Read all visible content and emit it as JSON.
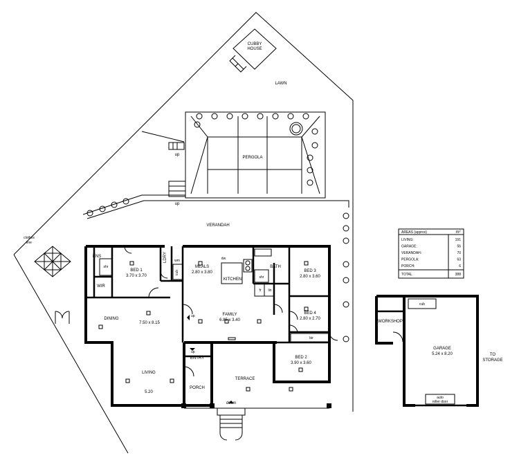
{
  "labels": {
    "cubby_house_1": "CUBBY",
    "cubby_house_2": "HOUSE",
    "lawn": "LAWN",
    "pergola": "PERGOLA",
    "up_1": "up",
    "up_2": "up",
    "up_3": "up",
    "up_4": "up",
    "verandah": "VERANDAH",
    "clothes_line_1": "clothes",
    "clothes_line_2": "line",
    "ens": "ENS",
    "shr_ens": "shr",
    "bed1": "BED 1",
    "bed1_dim": "3.70 x 3.70",
    "wir": "WIR",
    "ldry": "LDRY",
    "wm": "wm",
    "cub_ldry": "cub",
    "meals": "MEALS",
    "meals_dim": "2.80 x 3.80",
    "dw": "dw",
    "kitchen": "KITCHEN",
    "fr": "fr",
    "lin": "lin",
    "bath": "BATH",
    "shr_bath": "shr",
    "bed3": "BED 3",
    "bed3_dim": "2.80 x 3.60",
    "bed4": "BED 4",
    "bed4_dim": "2.80 x 2.70",
    "bir": "bir",
    "bed2": "BED 2",
    "bed2_dim": "3.90 x 3.60",
    "family": "FAMILY",
    "family_dim": "6.85 x 3.40",
    "dining": "DINING",
    "dining_dim": "7.50 x 8.15",
    "living": "LIVING",
    "living_dim": "5.20",
    "entry": "ENTRY",
    "porch": "PORCH",
    "terrace": "TERRACE",
    "down": "down",
    "workshop": "WORKSHOP",
    "cub_garage": "cub",
    "garage": "GARAGE",
    "garage_dim": "5.24 x 8.20",
    "auto_door_1": "auto",
    "auto_door_2": "roller door",
    "to_storage_1": "TO",
    "to_storage_2": "STORAGE"
  },
  "areas": {
    "heading": "AREAS (approx)",
    "unit": "m²",
    "rows": [
      {
        "label": "LIVING:",
        "value": "191"
      },
      {
        "label": "GARAGE:",
        "value": "56"
      },
      {
        "label": "VERANDAH:",
        "value": "70"
      },
      {
        "label": "PERGOLA:",
        "value": "63"
      },
      {
        "label": "PORCH:",
        "value": "6"
      }
    ],
    "total_label": "TOTAL",
    "total_value": "388"
  }
}
